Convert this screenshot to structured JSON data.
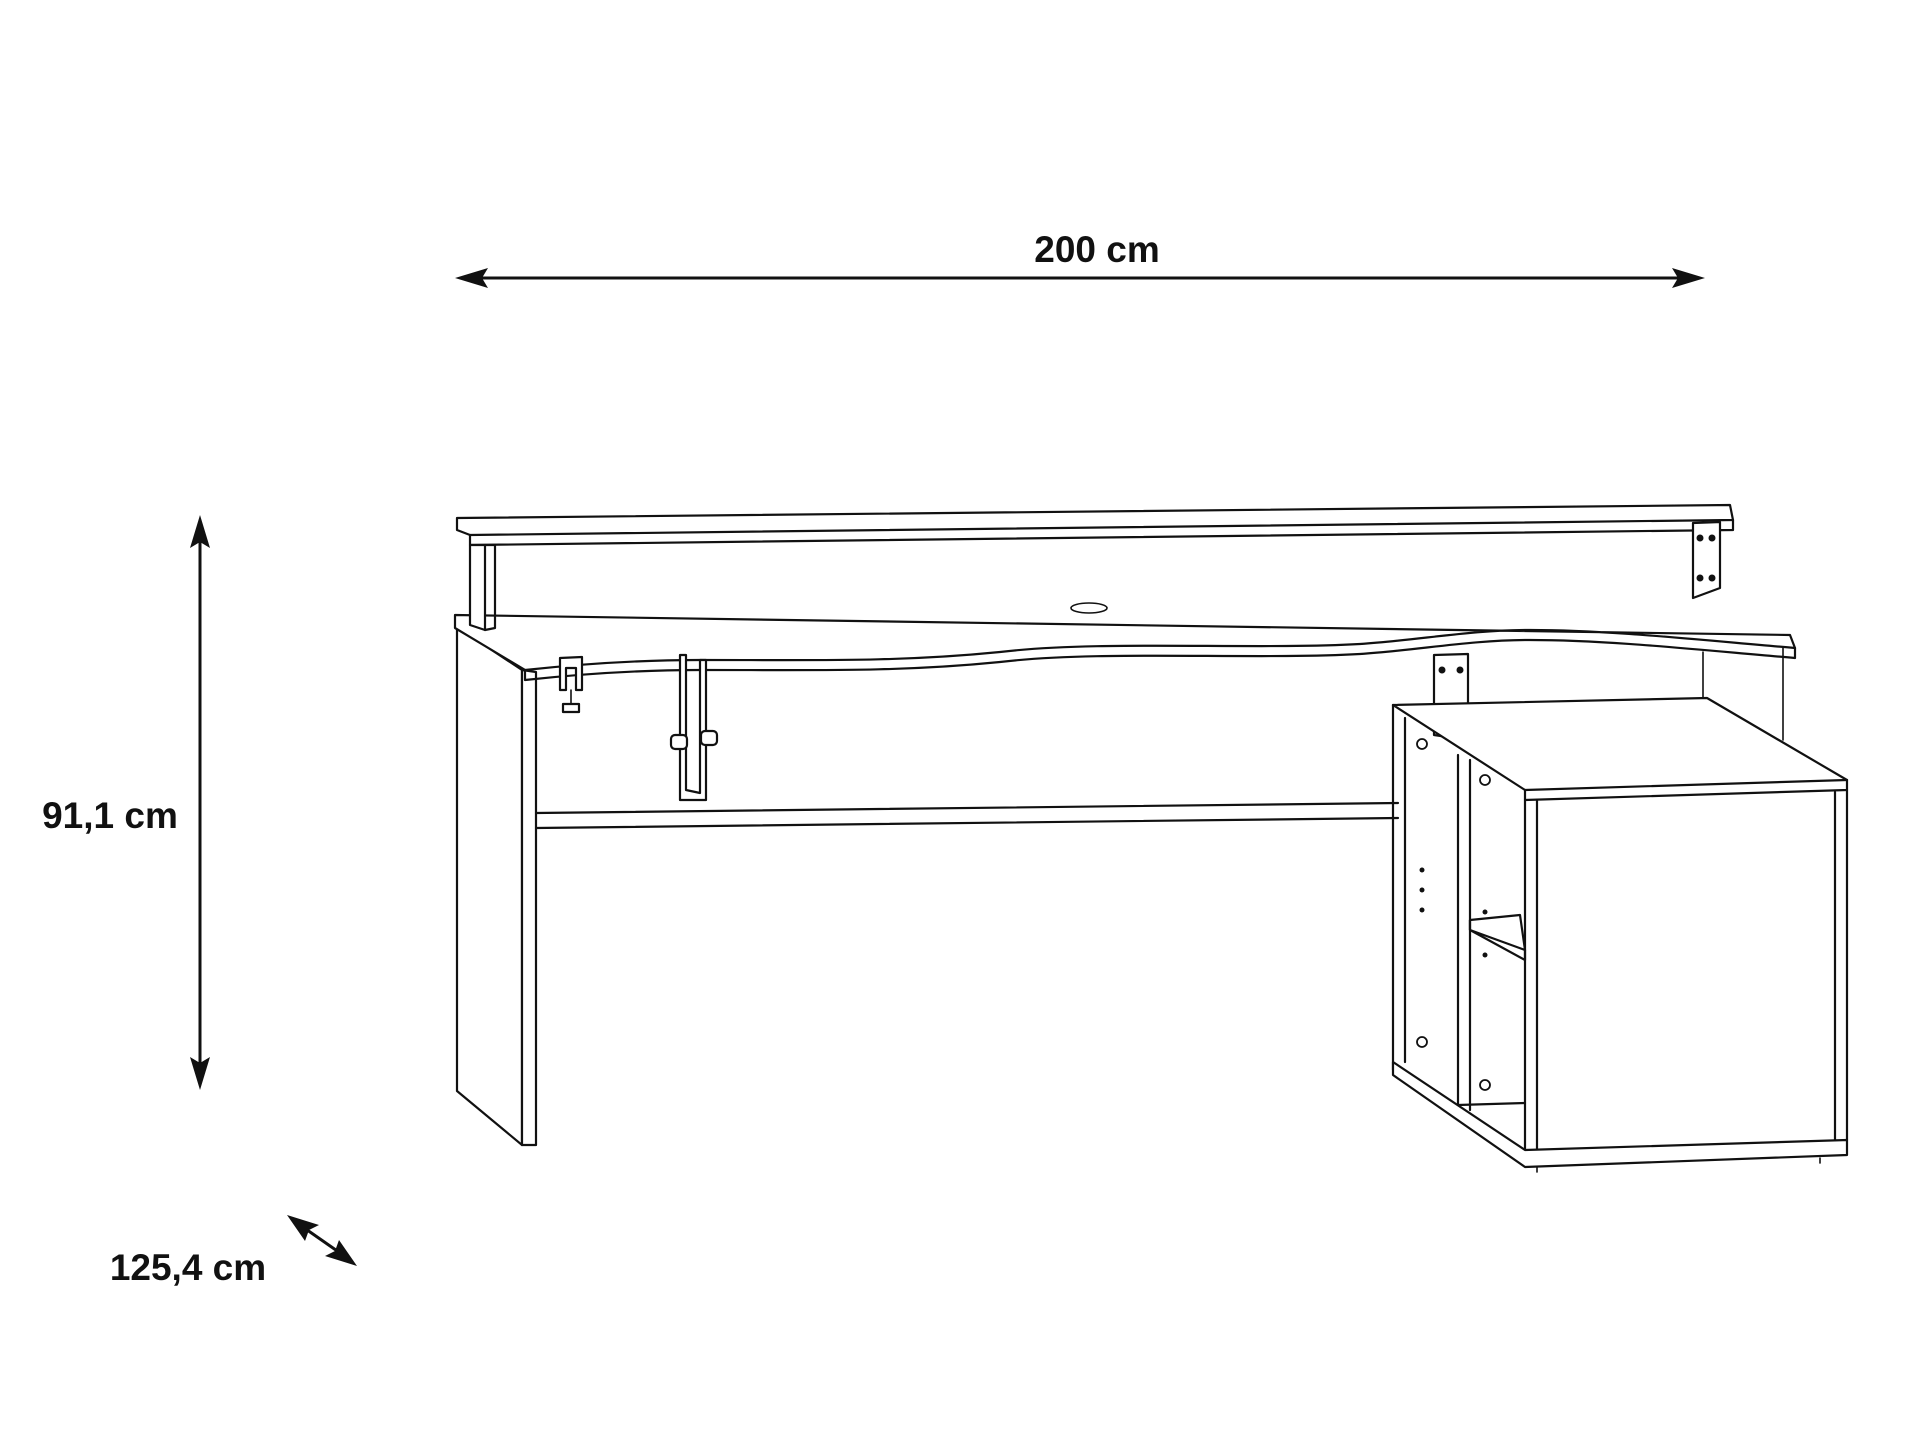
{
  "dimensions": {
    "width_label": "200 cm",
    "height_label": "91,1 cm",
    "depth_label": "125,4 cm"
  },
  "colors": {
    "line": "#111111",
    "background": "#ffffff"
  }
}
